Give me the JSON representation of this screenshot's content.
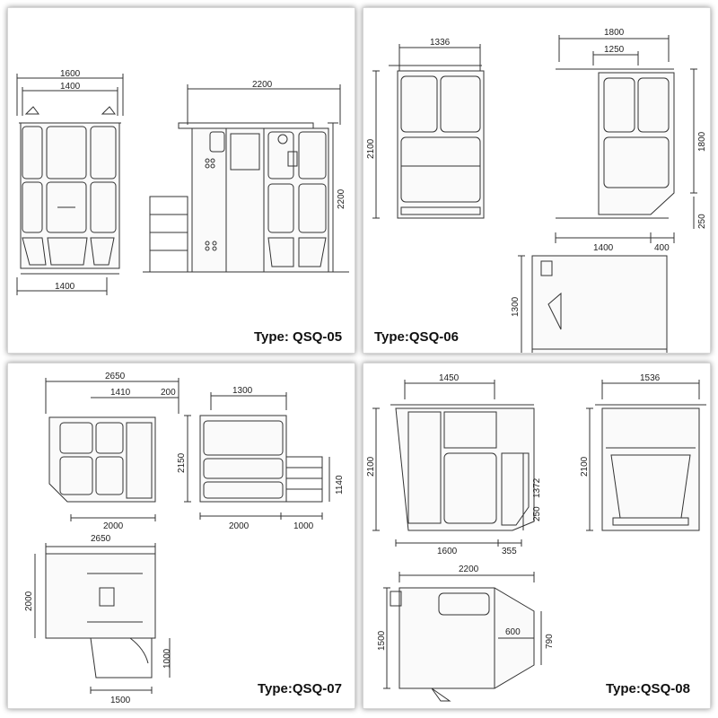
{
  "panels": {
    "qsq05": {
      "type_label": "Type: QSQ-05",
      "dims": {
        "w1600": "1600",
        "w1400_top": "1400",
        "w2200_top": "2200",
        "h2200": "2200",
        "w1400_bottom": "1400"
      }
    },
    "qsq06": {
      "type_label": "Type:QSQ-06",
      "dims": {
        "w1336": "1336",
        "h2100": "2100",
        "w1800": "1800",
        "w1250": "1250",
        "h1800": "1800",
        "h250": "250",
        "w1400": "1400",
        "w400": "400",
        "h1300": "1300"
      }
    },
    "qsq07": {
      "type_label": "Type:QSQ-07",
      "dims": {
        "w2650_top": "2650",
        "w1410": "1410",
        "w200": "200",
        "w1300": "1300",
        "h2150": "2150",
        "h1140": "1140",
        "w2000_a": "2000",
        "w2000_b": "2000",
        "w1000": "1000",
        "w2650_plan": "2650",
        "h2000": "2000",
        "h1000": "1000",
        "w1500": "1500"
      }
    },
    "qsq08": {
      "type_label": "Type:QSQ-08",
      "dims": {
        "w1450": "1450",
        "h2100_a": "2100",
        "h1372": "1372",
        "h250": "250",
        "w1600": "1600",
        "w355": "355",
        "w1536": "1536",
        "h2100_b": "2100",
        "w2200": "2200",
        "h1500": "1500",
        "w600": "600",
        "h790": "790"
      }
    }
  }
}
